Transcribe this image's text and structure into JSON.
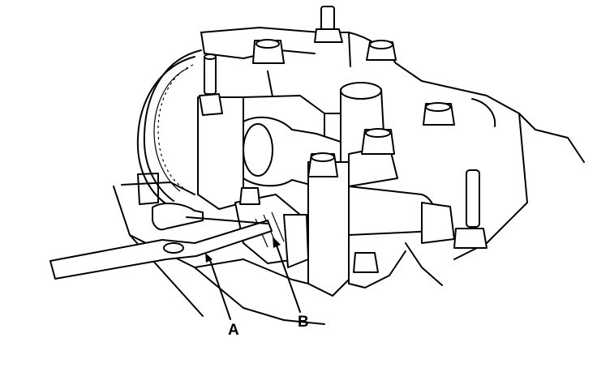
{
  "callouts": [
    {
      "id": "A",
      "label": "A"
    },
    {
      "id": "B",
      "label": "B"
    }
  ],
  "colors": {
    "ink": "#000000",
    "paper": "#ffffff"
  }
}
